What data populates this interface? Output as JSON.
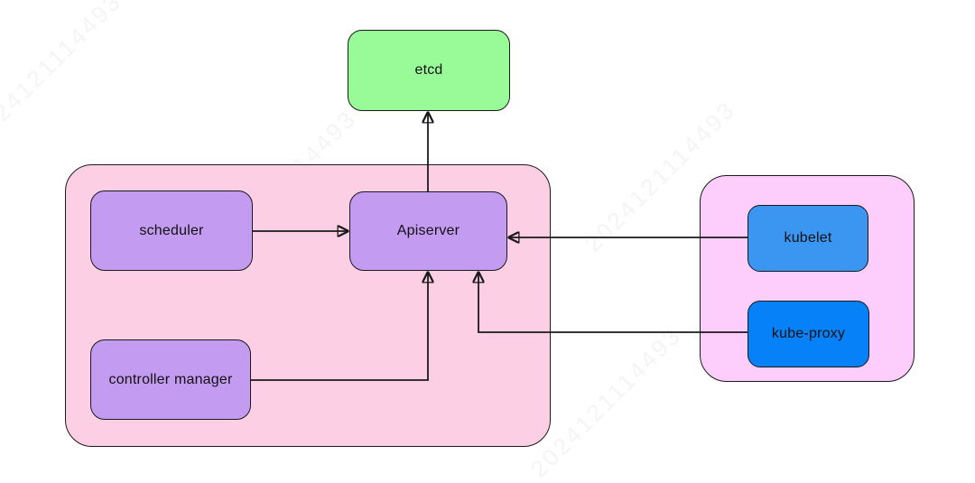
{
  "diagram": {
    "background": "#ffffff",
    "line_color": "#1a1a1a",
    "watermark": {
      "text": "2024121114493"
    },
    "groups": [
      {
        "id": "control-plane",
        "fill": "#FCCFE4"
      },
      {
        "id": "worker-node",
        "fill": "#FDCEFB"
      }
    ],
    "nodes": [
      {
        "id": "etcd",
        "label": "etcd",
        "fill": "#98FB98"
      },
      {
        "id": "scheduler",
        "label": "scheduler",
        "fill": "#C39BF0"
      },
      {
        "id": "apiserver",
        "label": "Apiserver",
        "fill": "#C39BF0"
      },
      {
        "id": "controller-manager",
        "label": "controller manager",
        "fill": "#C39BF0"
      },
      {
        "id": "kubelet",
        "label": "kubelet",
        "fill": "#3B96F2"
      },
      {
        "id": "kube-proxy",
        "label": "kube-proxy",
        "fill": "#0681F8"
      }
    ],
    "edges": [
      {
        "from": "scheduler",
        "to": "apiserver"
      },
      {
        "from": "apiserver",
        "to": "etcd"
      },
      {
        "from": "kubelet",
        "to": "apiserver"
      },
      {
        "from": "controller-manager",
        "to": "apiserver"
      },
      {
        "from": "kube-proxy",
        "to": "apiserver"
      }
    ]
  }
}
